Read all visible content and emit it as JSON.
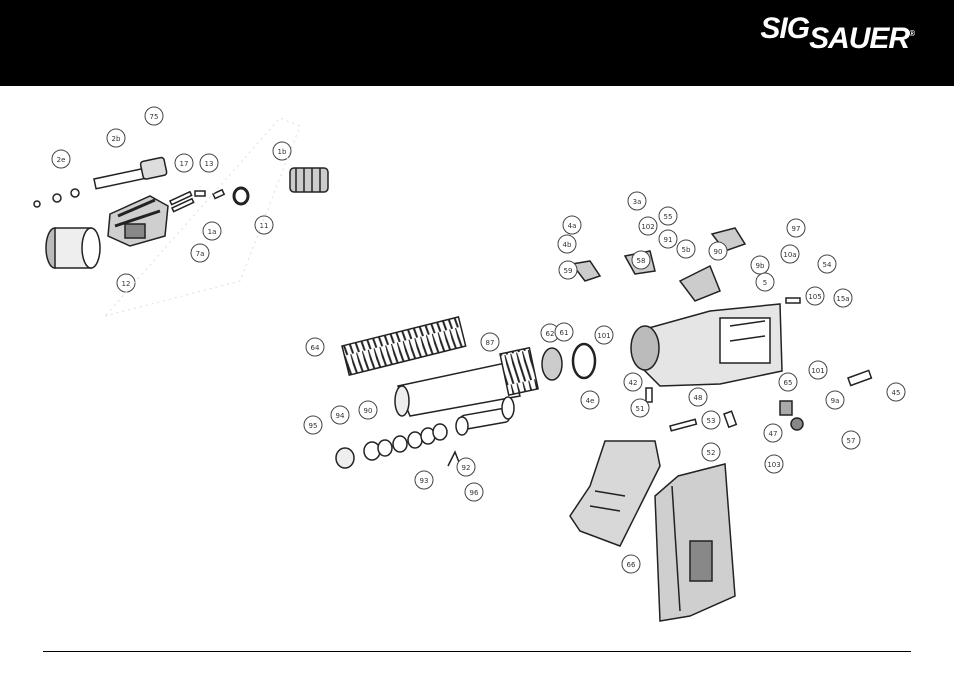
{
  "brand": {
    "sig": "SIG",
    "sauer": "SAUER",
    "registered": "®"
  },
  "colors": {
    "header_bg": "#000000",
    "logo": "#ffffff",
    "line": "#333333"
  },
  "callouts": {
    "upper_group": [
      "2e",
      "2b",
      "75",
      "17",
      "13",
      "1a",
      "7a",
      "11",
      "1b",
      "12"
    ],
    "stock_group": [
      "64",
      "87",
      "62",
      "61",
      "101",
      "95",
      "94",
      "90",
      "93",
      "92",
      "96"
    ],
    "lower_group": [
      "4a",
      "4b",
      "3a",
      "102",
      "55",
      "5b",
      "97",
      "90",
      "91",
      "58",
      "59",
      "9b",
      "54",
      "10a",
      "5",
      "105",
      "15a",
      "4e",
      "101",
      "65",
      "42",
      "51",
      "48",
      "53",
      "45",
      "9a",
      "47",
      "57",
      "103",
      "52",
      "66"
    ]
  }
}
